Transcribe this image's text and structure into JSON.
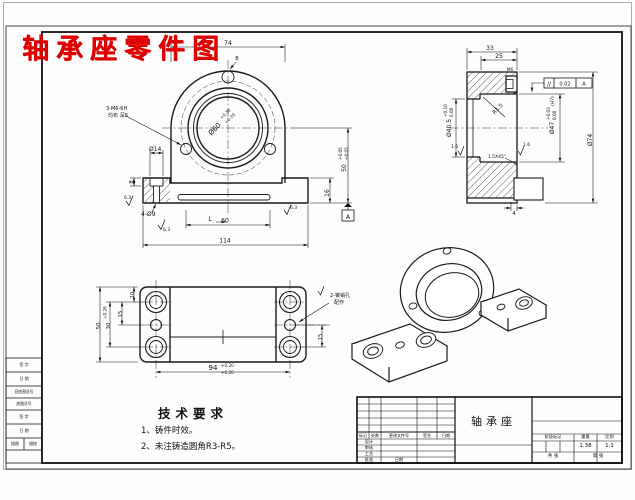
{
  "title": {
    "text": "轴承座零件图",
    "color": "#e00000"
  },
  "front": {
    "d74": "74",
    "db": "B",
    "d14": "Ø14",
    "d8": "8",
    "d4x9": "4-Ø9",
    "d60b": "60",
    "d114": "114",
    "d50": "50",
    "d50u": "+0.05",
    "d50d": "+0.05",
    "d16": "16",
    "datum": "A",
    "bore": "Ø60",
    "boreu": "+0.30",
    "bored": "+0.20",
    "r1": "6.3",
    "r2": "6.3",
    "r3": "6.3",
    "lmark": "L",
    "n1": "3-M6-6H",
    "n2": "均布 深8"
  },
  "section": {
    "d33": "33",
    "d25": "25",
    "m6": "M6",
    "r15": "R1.5",
    "b1": "Ø40.5",
    "b1u": "+0.10",
    "b1d": "0.00",
    "b2": "Ø47",
    "b2u": "+0.03",
    "b2d": "0.00",
    "b2f": "(H7)",
    "d74": "Ø74",
    "rg1": "1.6",
    "rg2": "1.6",
    "ch": "1.5X45°",
    "d4": "4",
    "fcf": {
      "sym": "//",
      "tol": "0.02",
      "datum": "A"
    }
  },
  "bottom": {
    "d10": "10",
    "d15a": "15",
    "d30": "30",
    "d30u": "+0.26",
    "d50": "50",
    "d15b": "15",
    "d94": "94",
    "d94u": "+0.20",
    "d94d": "+0.20",
    "n1": "2-锥销孔",
    "n2": "配作"
  },
  "tech": {
    "title": "技术要求",
    "i1": "1、铸件时效。",
    "i2": "2、未注铸造圆角R3-R5。"
  },
  "tb": {
    "part": "轴承座",
    "h1": "标记",
    "h2": "处数",
    "h3": "更改文件号",
    "h4": "签名",
    "h5": "日期",
    "r1": "设计",
    "r2": "审核",
    "r3": "工艺",
    "r4": "批准",
    "rdate": "日期",
    "stage": "阶段标记",
    "weight": "重量",
    "scale": "比例",
    "weightv": "1.38",
    "scalev": "1:1",
    "sheet1": "共  张",
    "sheet2": "第  张"
  },
  "margin": {
    "r1": "签  字",
    "r2": "日  期",
    "r3": "旧底图总号",
    "r4": "底图总号",
    "r5": "签  字",
    "r6": "日  期",
    "r7a": "描图",
    "r7b": "描校"
  }
}
